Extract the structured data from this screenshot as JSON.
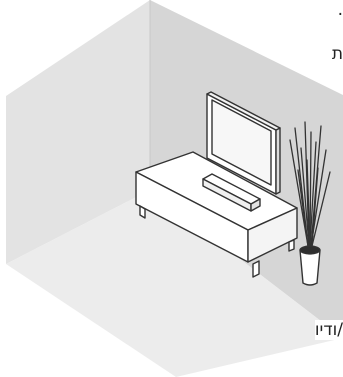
{
  "illustration": {
    "subject": "tv-on-media-console-with-soundbar-and-plant",
    "colors": {
      "left_wall": "#e3e3e3",
      "right_wall": "#d6d6d6",
      "floor": "#ececec",
      "outline": "#333333",
      "furniture_fill": "#ffffff",
      "tv_screen": "#f7f7f7"
    }
  },
  "text_fragments": {
    "line1": ".",
    "line2": "ת",
    "line3": "ודיו/"
  }
}
